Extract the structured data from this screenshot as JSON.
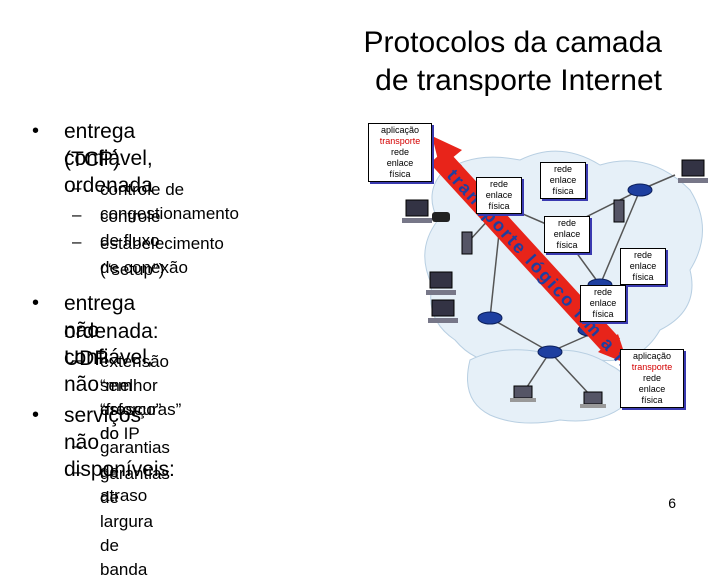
{
  "title": {
    "line1": "Protocolos da camada",
    "line2": "de transporte Internet"
  },
  "bullets": {
    "reliable": {
      "line1": "entrega confiável, ordenada",
      "line2": "(TCP)",
      "subs": [
        "controle de congestionamento",
        "controle de fluxo",
        "estabelecimento de conexão",
        "(“setup”)"
      ]
    },
    "unreliable": {
      "line1": "entrega não confiável, não",
      "line2": "ordenada: UDP",
      "subs": [
        "extensão sem “frescuras” do",
        "“melhor esforço” do IP"
      ]
    },
    "unavailable": {
      "line1": "serviços não disponíveis:",
      "subs": [
        "garantias de atraso",
        "garantias de largura de banda"
      ]
    }
  },
  "diagram": {
    "arrow_label": "transporte lógico fim a fim",
    "host_stack": [
      "aplicação",
      "transporte",
      "rede",
      "enlace",
      "física"
    ],
    "router_stack": [
      "rede",
      "enlace",
      "física"
    ],
    "colors": {
      "arrow": "#e8241a",
      "cloud": "#e6f0f8",
      "host_accent": "#d40000"
    }
  },
  "page_number": "6"
}
